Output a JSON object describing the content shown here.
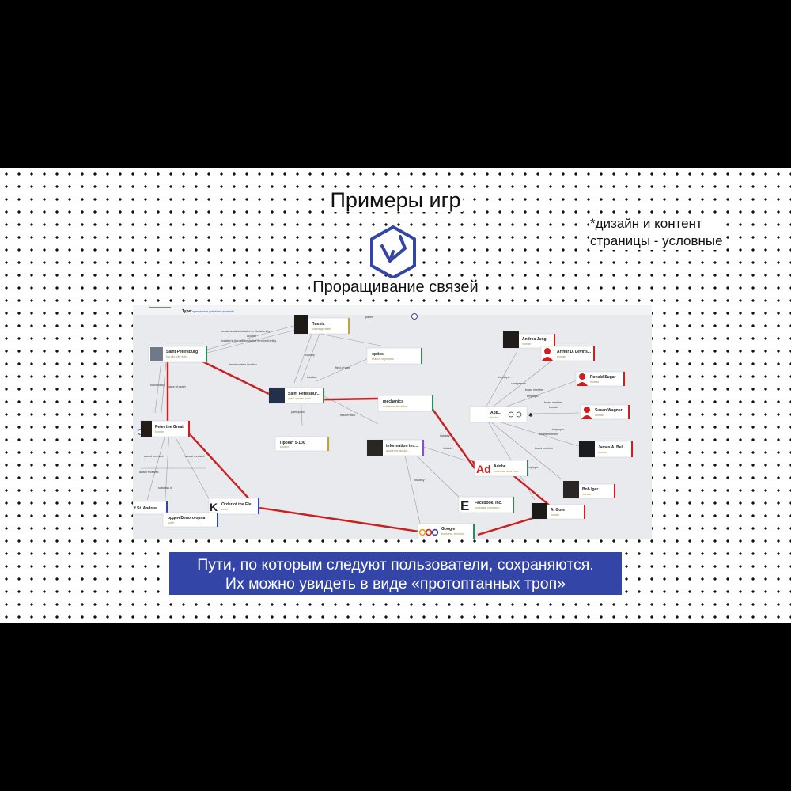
{
  "slide": {
    "title": "Примеры игр",
    "note_line1": "*дизайн и контент",
    "note_line2": "страницы - условные",
    "subtitle": "Проращивание связей",
    "caption_line1": "Пути, по которым следуют пользователи, сохраняются.",
    "caption_line2": "Их можно увидеть в виде «протоптанных троп»"
  },
  "graph": {
    "type_prefix": "Type:",
    "type_value": "open access publisher, university",
    "colors": {
      "path": "#cc1f1f",
      "edge": "#9a9ea6",
      "accent": "#3445a8"
    },
    "nodes": [
      {
        "id": "russia",
        "label": "Russia",
        "sub": "sovereign state"
      },
      {
        "id": "spb",
        "label": "Saint Petersburg",
        "sub": "big city, city with..."
      },
      {
        "id": "optics",
        "label": "optics",
        "sub": "branch of physics"
      },
      {
        "id": "spbu",
        "label": "Saint Petersbur...",
        "sub": "open access publi..."
      },
      {
        "id": "mechanics",
        "label": "mechanics",
        "sub": "academic discipline"
      },
      {
        "id": "peter",
        "label": "Peter the Great",
        "sub": "human"
      },
      {
        "id": "project",
        "label": "Проект 5-100",
        "sub": "project"
      },
      {
        "id": "infotech",
        "label": "information tec...",
        "sub": "academic discipli..."
      },
      {
        "id": "apple",
        "label": "App...",
        "sub": "busin..."
      },
      {
        "id": "andrea",
        "label": "Andrea Jung",
        "sub": "human"
      },
      {
        "id": "arthur",
        "label": "Arthur D. Levins...",
        "sub": "human"
      },
      {
        "id": "ronald",
        "label": "Ronald Sugar",
        "sub": "human"
      },
      {
        "id": "susan",
        "label": "Susan Wagner",
        "sub": "human"
      },
      {
        "id": "james",
        "label": "James A. Bell",
        "sub": "human"
      },
      {
        "id": "adobe",
        "label": "Adobe",
        "sub": "business, data com..."
      },
      {
        "id": "bob",
        "label": "Bob Iger",
        "sub": "human"
      },
      {
        "id": "algore",
        "label": "Al Gore",
        "sub": "human"
      },
      {
        "id": "facebook",
        "label": "Facebook, Inc.",
        "sub": "business, company,..."
      },
      {
        "id": "google",
        "label": "Google",
        "sub": "business, technol..."
      },
      {
        "id": "order",
        "label": "Order of the Ele...",
        "sub": "order"
      },
      {
        "id": "standrew",
        "label": "f St. Andrew",
        "sub": ""
      },
      {
        "id": "whiteeagle",
        "label": "орден Белого орла",
        "sub": "order"
      }
    ],
    "edge_labels": {
      "e1": "contains administrative territorial entity",
      "e2": "country",
      "e3": "located in the administrative territorial entity",
      "e4": "headquarters location",
      "e5": "country",
      "e6": "founded by",
      "e7": "place of death",
      "e8": "location",
      "e9": "field of work",
      "e10": "participant",
      "e11": "field of work",
      "e12": "industry",
      "e13": "industry",
      "e14": "industry",
      "e15": "employer",
      "e16": "chairperson",
      "e17": "board member",
      "e18": "employer",
      "e19": "board member",
      "e20": "award received",
      "e21": "award received",
      "e22": "award received",
      "e23": "subclass of",
      "e24": "board member",
      "e25": "founder",
      "e26": "employer",
      "e27": "board member",
      "e28": "employer",
      "e29": "parent"
    }
  }
}
